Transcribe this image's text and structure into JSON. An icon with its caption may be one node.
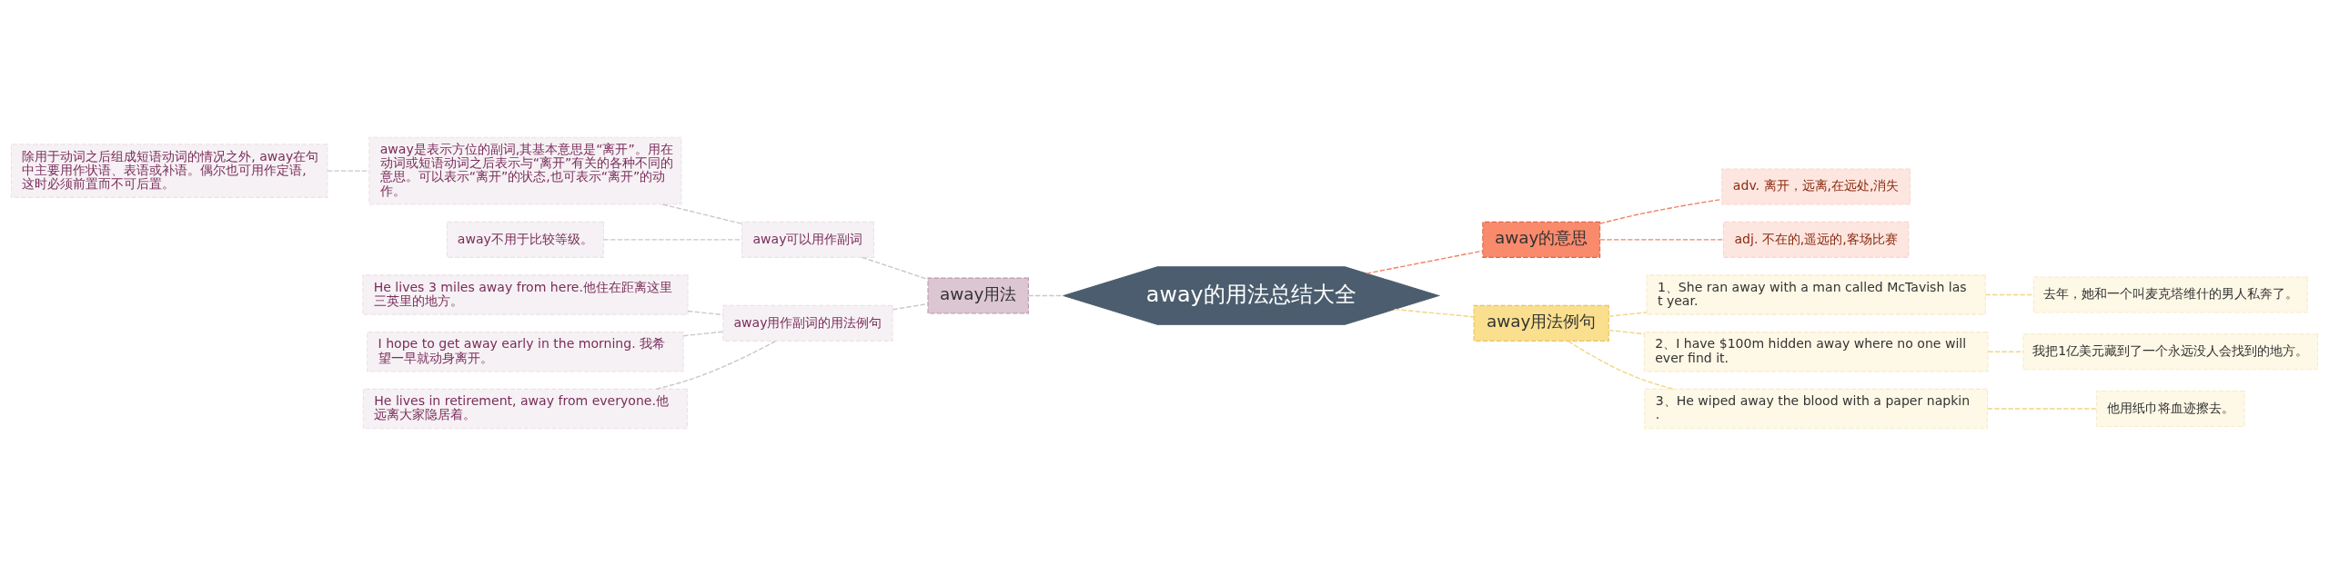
{
  "diagram": {
    "nodes": [
      {
        "text": [
          "away的用法总结大全"
        ]
      },
      {
        "text": [
          "away用法"
        ]
      },
      {
        "text": [
          "away可以用作副词"
        ]
      },
      {
        "text": [
          "away是表示方位的副词,其基本意思是“离开”。用在动词或短语动词之后表示与“离开”有关的各种不同的意思。可以表示“离开”的状态,也可表示“离开”的动作。"
        ]
      },
      {
        "text": [
          "除用于动词之后组成短语动词的情况之外, away在句中主要用作状语、表语或补语。偶尔也可用作定语,这时必须前置而不可后置。"
        ]
      },
      {
        "text": [
          "away不用于比较等级。"
        ]
      },
      {
        "text": [
          "away用作副词的用法例句"
        ]
      },
      {
        "text": [
          "He lives 3 miles away from here.他住在距离这里三英里的地方。"
        ]
      },
      {
        "text": [
          "I hope to get away early in the morning. 我希望一早就动身离开。"
        ]
      },
      {
        "text": [
          "He lives in retirement, away from everyone.他远离大家隐居着。"
        ]
      },
      {
        "text": [
          "away的意思"
        ]
      },
      {
        "text": [
          "adv. 离开，远离,在远处,消失"
        ]
      },
      {
        "text": [
          "adj. 不在的,遥远的,客场比赛"
        ]
      },
      {
        "text": [
          "away用法例句"
        ]
      },
      {
        "text": [
          "1、She ran away with a man called McTavish last year."
        ]
      },
      {
        "text": [
          "去年，她和一个叫麦克塔维什的男人私奔了。"
        ]
      },
      {
        "text": [
          "2、I have $100m hidden away where no one will ever find it."
        ]
      },
      {
        "text": [
          "我把1亿美元藏到了一个永远没人会找到的地方。"
        ]
      },
      {
        "text": [
          "3、He wiped away the blood with a paper napkin."
        ]
      },
      {
        "text": [
          "他用纸巾将血迹擦去。"
        ]
      }
    ],
    "edges": [
      {
        "from": 0,
        "to": 1,
        "arrow": "none",
        "style": "dashed"
      },
      {
        "from": 1,
        "to": 2,
        "arrow": "none",
        "style": "dashed"
      },
      {
        "from": 2,
        "to": 3,
        "arrow": "none",
        "style": "dashed"
      },
      {
        "from": 3,
        "to": 4,
        "arrow": "none",
        "style": "dashed"
      },
      {
        "from": 2,
        "to": 5,
        "arrow": "none",
        "style": "dashed"
      },
      {
        "from": 1,
        "to": 6,
        "arrow": "none",
        "style": "dashed"
      },
      {
        "from": 6,
        "to": 7,
        "arrow": "none",
        "style": "dashed"
      },
      {
        "from": 6,
        "to": 8,
        "arrow": "none",
        "style": "dashed"
      },
      {
        "from": 6,
        "to": 9,
        "arrow": "none",
        "style": "dashed"
      },
      {
        "from": 0,
        "to": 10,
        "arrow": "none",
        "style": "dashed",
        "color": "#f08262"
      },
      {
        "from": 10,
        "to": 11,
        "arrow": "none",
        "style": "dashed",
        "color": "#f08262"
      },
      {
        "from": 10,
        "to": 12,
        "arrow": "none",
        "style": "dashed",
        "color": "#f08262"
      },
      {
        "from": 0,
        "to": 13,
        "arrow": "none",
        "style": "dashed",
        "color": "#f2d482"
      },
      {
        "from": 13,
        "to": 14,
        "arrow": "none",
        "style": "dashed",
        "color": "#f2d482"
      },
      {
        "from": 14,
        "to": 15,
        "arrow": "none",
        "style": "dashed",
        "color": "#f2d482"
      },
      {
        "from": 13,
        "to": 16,
        "arrow": "none",
        "style": "dashed",
        "color": "#f2d482"
      },
      {
        "from": 16,
        "to": 17,
        "arrow": "none",
        "style": "dashed",
        "color": "#f2d482"
      },
      {
        "from": 13,
        "to": 18,
        "arrow": "none",
        "style": "dashed",
        "color": "#f2d482"
      },
      {
        "from": 18,
        "to": 19,
        "arrow": "none",
        "style": "dashed",
        "color": "#f2d482"
      }
    ]
  }
}
